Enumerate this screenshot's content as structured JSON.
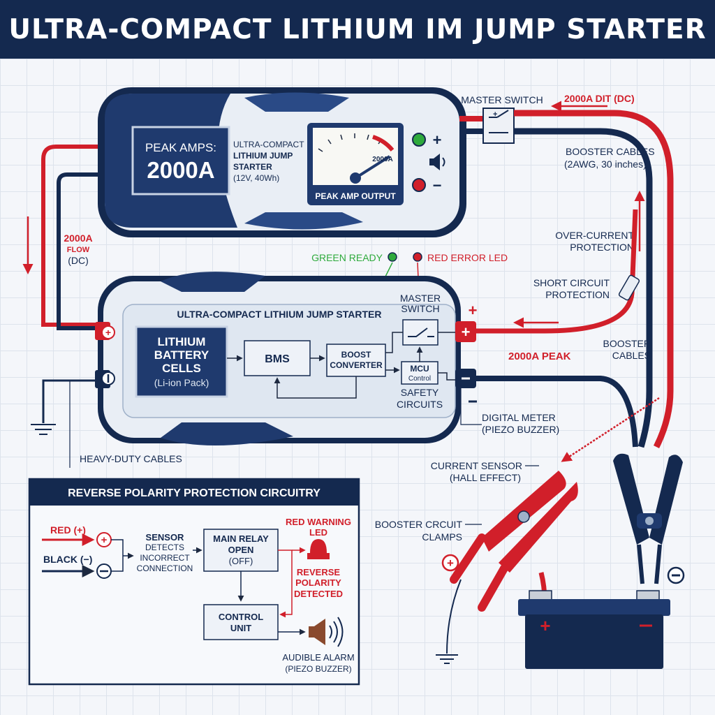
{
  "title": "ULTRA-COMPACT LITHIUM IM JUMP STARTER",
  "top_unit": {
    "display_line1": "PEAK AMPS:",
    "display_line2": "2000A",
    "name_line1": "ULTRA-COMPACT",
    "name_line2": "LITHIUM JUMP",
    "name_line3": "STARTER",
    "name_line4": "(12V, 40Wh)",
    "gauge_label": "PEAK AMP OUTPUT",
    "gauge_max": "2000A",
    "gauge_fraction": 0.82,
    "plus_symbol": "+",
    "minus_symbol": "−"
  },
  "master_switch_top": "MASTER SWITCH",
  "current_top": "2000A DIT (DC)",
  "booster_cables_top_line1": "BOOSTER CABLES",
  "booster_cables_top_line2": "(2AWG, 30 inches)",
  "flow_left_line1": "2000A",
  "flow_left_line2": "FLOW",
  "flow_left_line3": "(DC)",
  "green_led_label": "GREEN READY",
  "red_led_label": "RED ERROR LED",
  "over_current_line1": "OVER-CURRENT",
  "over_current_line2": "PROTECTION",
  "short_circuit_line1": "SHORT CIRCUIT",
  "short_circuit_line2": "PROTECTION",
  "booster_cables_right_line1": "BOOSTER",
  "booster_cables_right_line2": "CABLES",
  "lower_unit": {
    "title": "ULTRA-COMPACT LITHIUM JUMP STARTER",
    "battery_line1": "LITHIUM",
    "battery_line2": "BATTERY",
    "battery_line3": "CELLS",
    "battery_line4": "(Li-ion Pack)",
    "bms": "BMS",
    "boost_line1": "BOOST",
    "boost_line2": "CONVERTER",
    "switch_line1": "MASTER",
    "switch_line2": "SWITCH",
    "mcu_line1": "MCU",
    "mcu_line2": "Control",
    "safety_line1": "SAFETY",
    "safety_line2": "CIRCUITS"
  },
  "peak_label": "2000A PEAK",
  "digital_meter_line1": "DIGITAL METER",
  "digital_meter_line2": "(PIEZO BUZZER)",
  "heavy_duty": "HEAVY-DUTY CABLES",
  "current_sensor_line1": "CURRENT SENSOR",
  "current_sensor_line2": "(HALL EFFECT)",
  "clamps_line1": "BOOSTER CRCUIT",
  "clamps_line2": "CLAMPS",
  "inset": {
    "title": "REVERSE POLARITY PROTECTION CIRCUITRY",
    "red_in": "RED (+)",
    "black_in": "BLACK (−)",
    "sensor_line1": "SENSOR",
    "sensor_line2": "DETECTS",
    "sensor_line3": "INCORRECT",
    "sensor_line4": "CONNECTION",
    "relay_line1": "MAIN RELAY",
    "relay_line2": "OPEN",
    "relay_line3": "(OFF)",
    "warning_line1": "RED WARNING",
    "warning_line2": "LED",
    "reverse_line1": "REVERSE",
    "reverse_line2": "POLARITY",
    "reverse_line3": "DETECTED",
    "control_line1": "CONTROL",
    "control_line2": "UNIT",
    "alarm_line1": "AUDIBLE ALARM",
    "alarm_line2": "(PIEZO BUZZER)"
  },
  "colors": {
    "navy": "#14294f",
    "red": "#d11f2a",
    "panel": "#e8eef6",
    "green": "#2eaa3c"
  }
}
